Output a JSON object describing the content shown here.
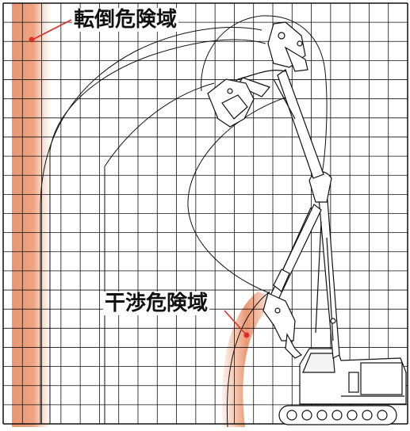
{
  "labels": {
    "tipping_zone": "転倒危険域",
    "interference_zone": "干渉危険域"
  },
  "colors": {
    "danger_zone": "#e9916a",
    "grid_line": "#111111",
    "pointer_line": "#d9302a",
    "machine_line": "#111111",
    "background": "#ffffff"
  },
  "grid": {
    "columns": 21,
    "rows": 22
  }
}
